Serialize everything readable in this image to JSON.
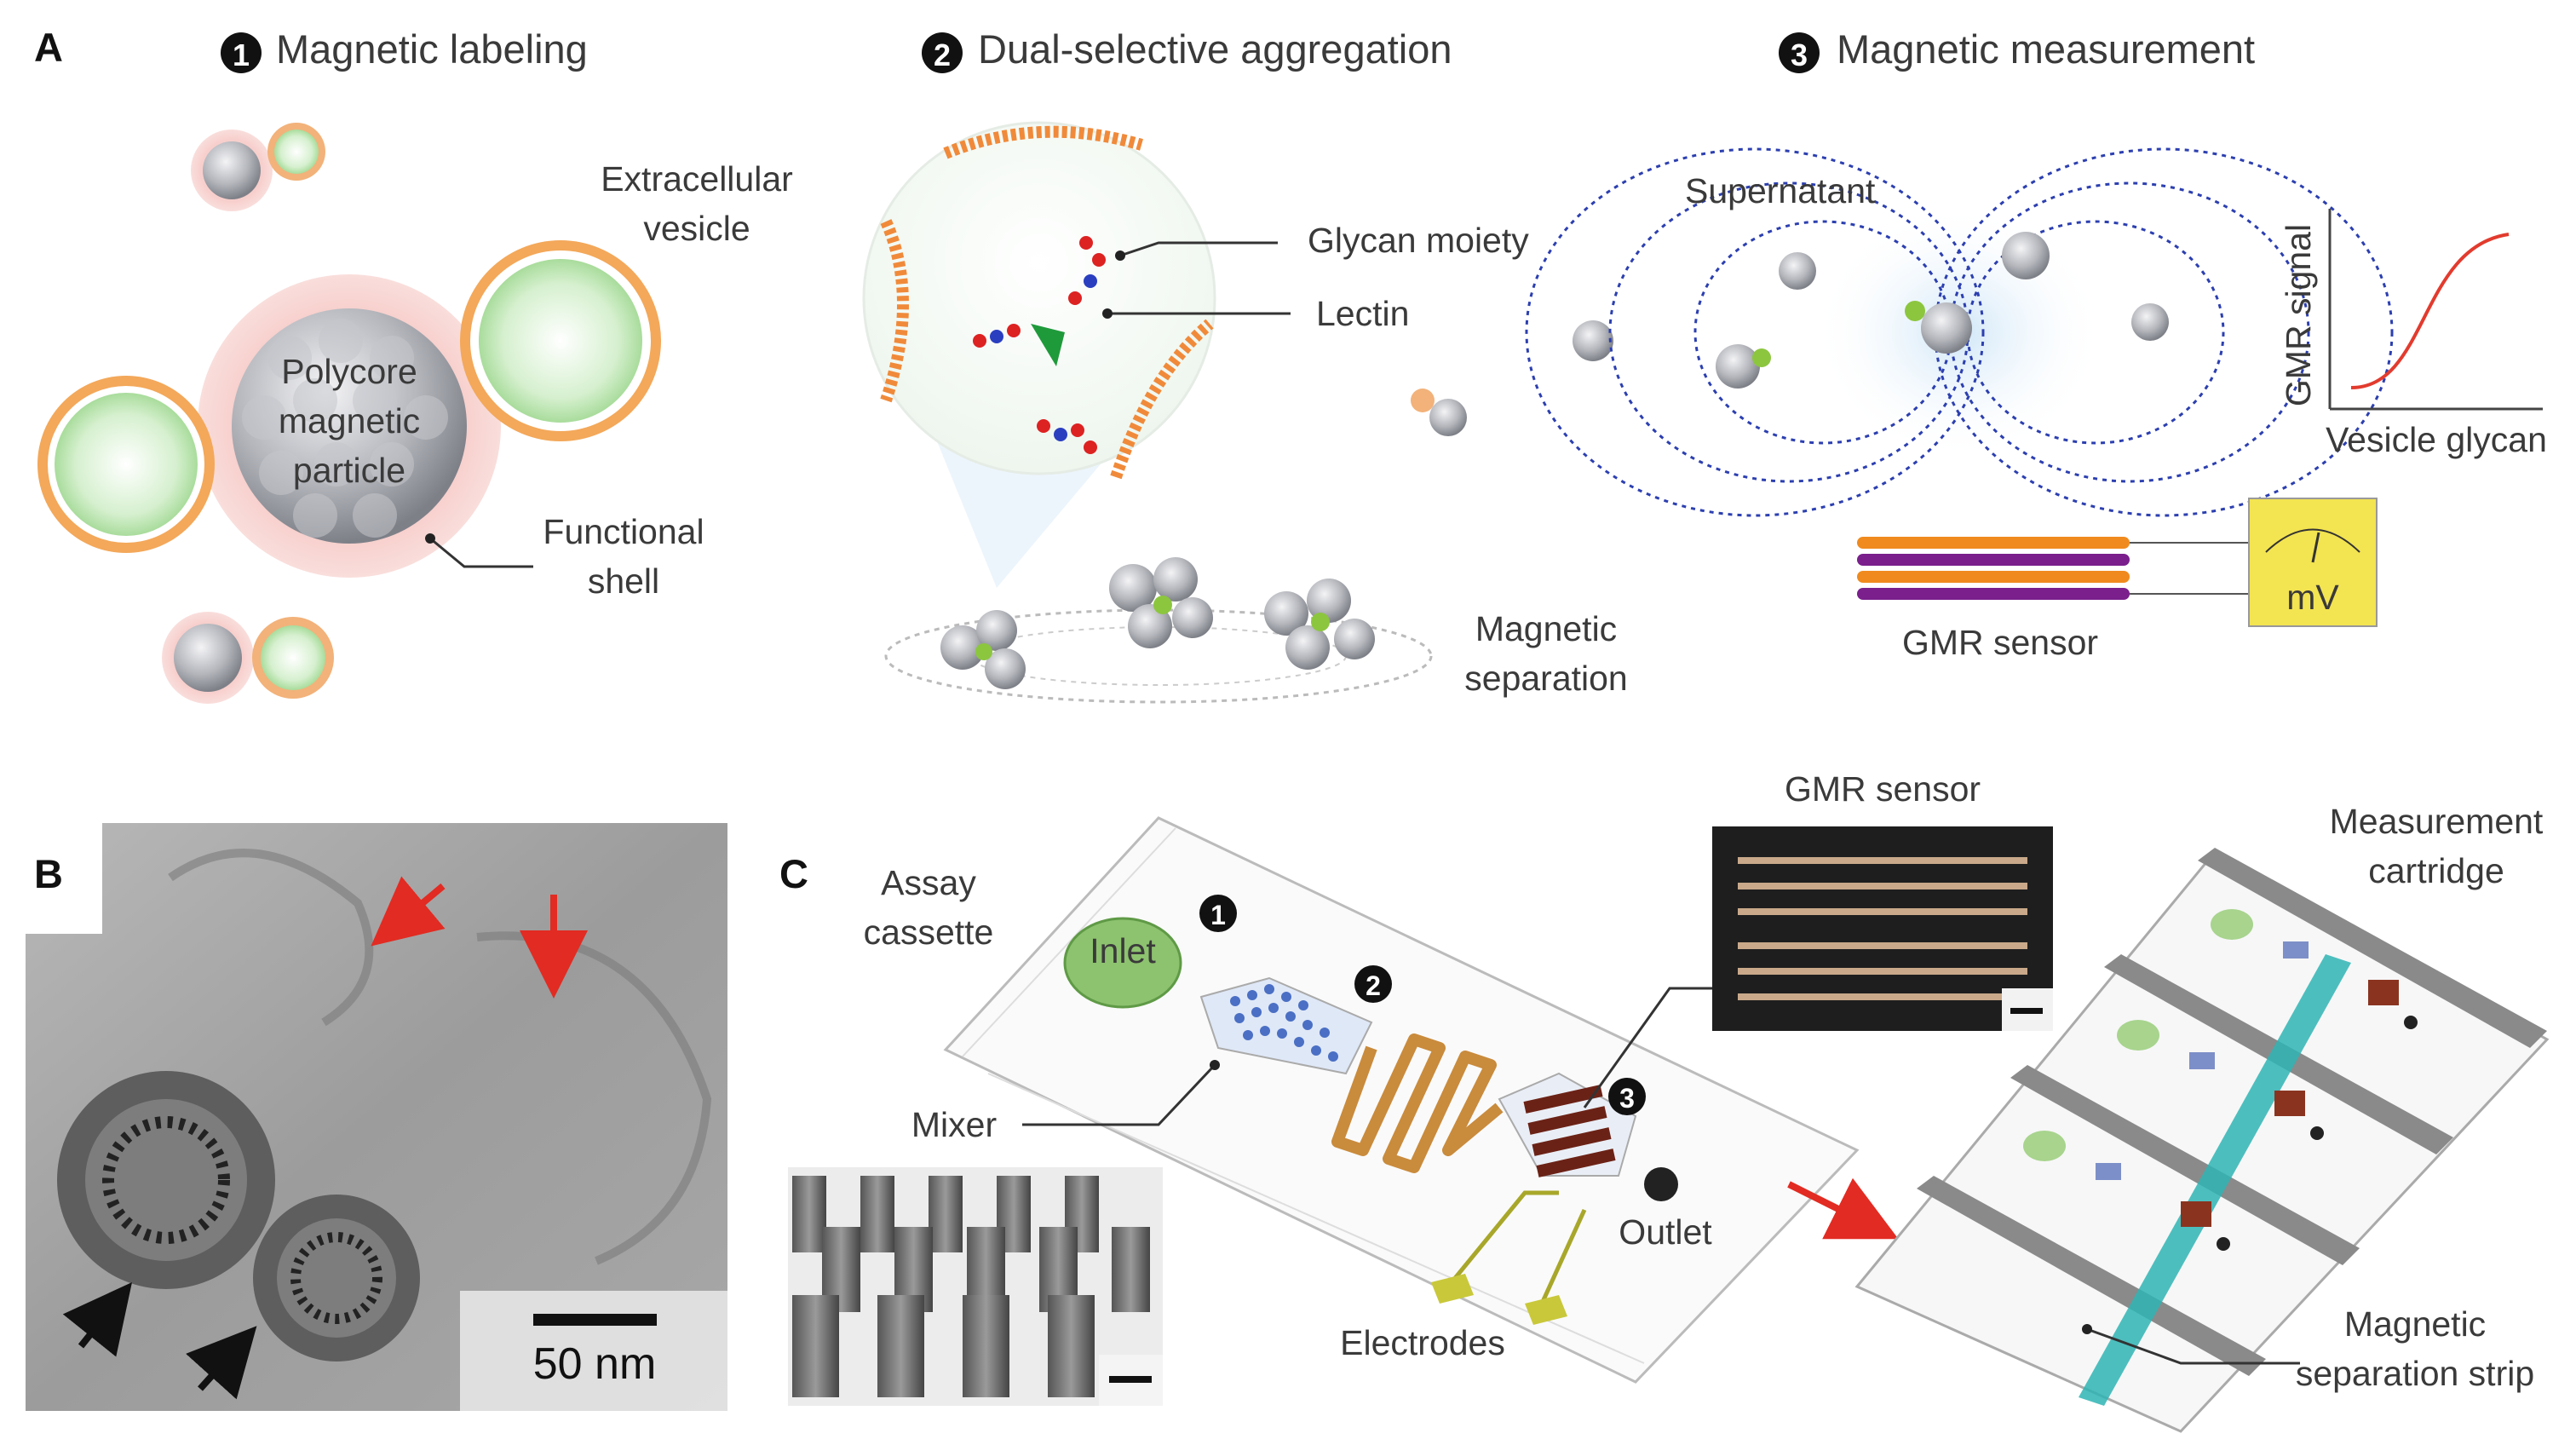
{
  "panels": {
    "a": {
      "letter": "A",
      "steps": [
        {
          "num": "1",
          "title": "Magnetic labeling"
        },
        {
          "num": "2",
          "title": "Dual-selective aggregation"
        },
        {
          "num": "3",
          "title": "Magnetic measurement"
        }
      ],
      "labels": {
        "extracellular_1": "Extracellular",
        "extracellular_2": "vesicle",
        "particle_1": "Polycore",
        "particle_2": "magnetic",
        "particle_3": "particle",
        "shell_1": "Functional",
        "shell_2": "shell",
        "glycan": "Glycan moiety",
        "lectin": "Lectin",
        "separation_1": "Magnetic",
        "separation_2": "separation",
        "supernatant": "Supernatant",
        "gmr_sensor": "GMR sensor",
        "meter_unit": "mV",
        "plot_ylabel": "GMR signal",
        "plot_xlabel": "Vesicle glycan"
      }
    },
    "b": {
      "letter": "B",
      "scale_bar": "50 nm"
    },
    "c": {
      "letter": "C",
      "labels": {
        "cassette_1": "Assay",
        "cassette_2": "cassette",
        "inlet": "Inlet",
        "mixer": "Mixer",
        "outlet": "Outlet",
        "electrodes": "Electrodes",
        "gmr_sensor": "GMR sensor",
        "cartridge_1": "Measurement",
        "cartridge_2": "cartridge",
        "strip_1": "Magnetic",
        "strip_2": "separation strip",
        "step1": "1",
        "step2": "2",
        "step3": "3"
      }
    }
  },
  "colors": {
    "vesicle_shell": "#e8963a",
    "vesicle_core": "#c9ecc0",
    "functional_shell": "#f6c9c6",
    "particle": "#9a9ca3",
    "field_lines": "#2c3fb0",
    "gmr_orange": "#f08a1e",
    "gmr_purple": "#7a1f8c",
    "meter_yellow": "#f3e451",
    "curve": "#e23b2e",
    "inlet_green": "#8dc26f",
    "mixer_blue": "#4a6fc4",
    "serpentine": "#c98b3c",
    "sensor_brown": "#6b2216",
    "electrode_yellow": "#c9c83a",
    "strip_teal": "#2fb4b4",
    "arrow_red": "#e22b22"
  }
}
